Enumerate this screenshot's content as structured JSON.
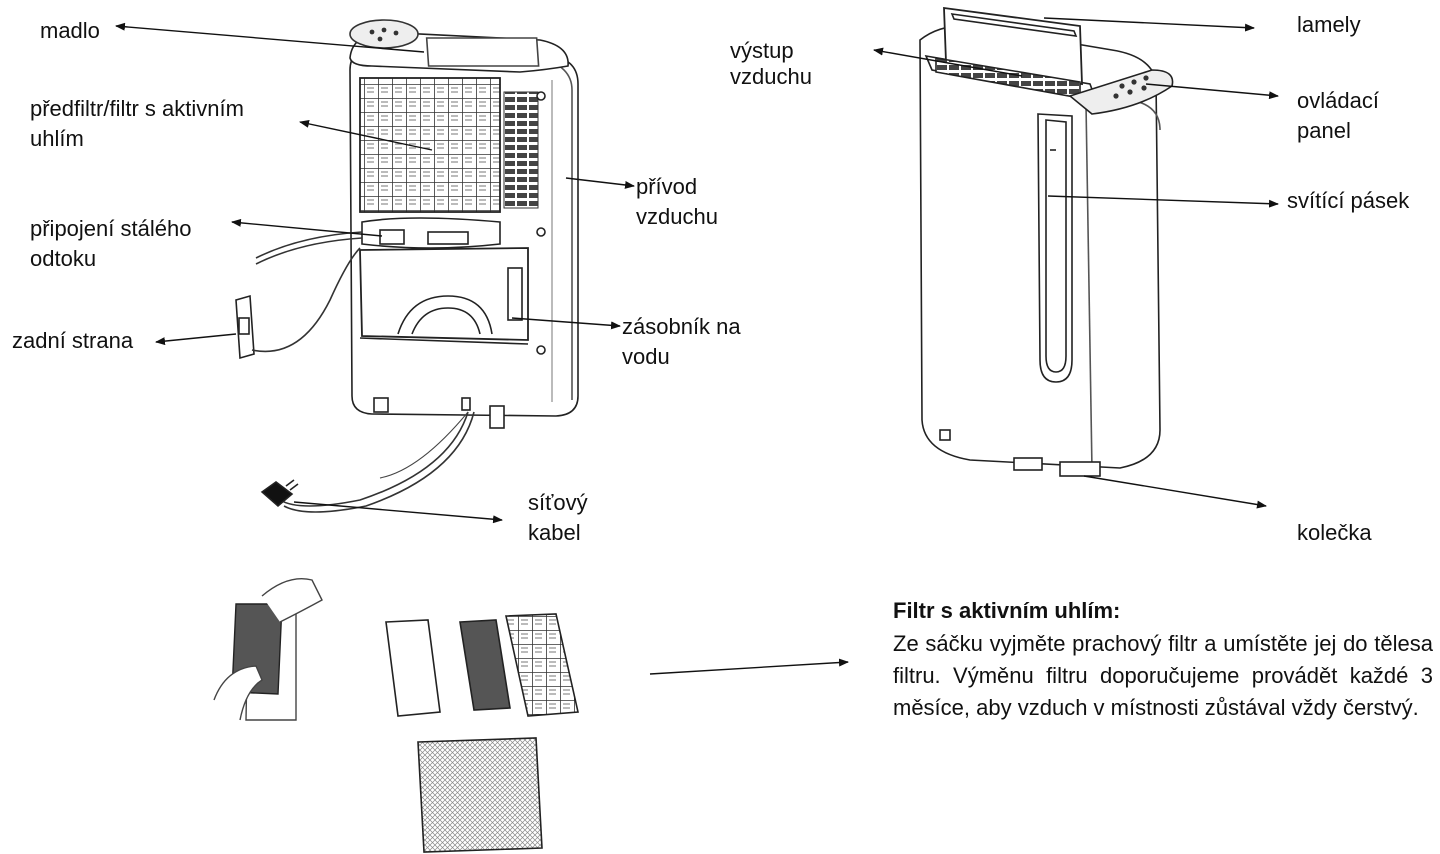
{
  "labels": {
    "madlo": "madlo",
    "predfiltr_line1": "předfiltr/filtr s aktivním",
    "predfiltr_line2": "uhlím",
    "pripojeni_line1": "připojení stálého",
    "pripojeni_line2": "odtoku",
    "zadni_strana": "zadní strana",
    "privod_line1": "přívod",
    "privod_line2": "vzduchu",
    "zasobnik_line1": "zásobník na",
    "zasobnik_line2": "vodu",
    "sitovy_line1": "síťový",
    "sitovy_line2": "kabel",
    "vystup_line1": "výstup",
    "vystup_line2": "vzduchu",
    "lamely": "lamely",
    "ovladaci_line1": "ovládací",
    "ovladaci_line2": "panel",
    "svitici_pasek": "svítící pásek",
    "kolecka": "kolečka"
  },
  "filter_info": {
    "heading": "Filtr s aktivním uhlím:",
    "text": "Ze sáčku vyjměte prachový filtr a umístěte jej do tělesa filtru. Výměnu filtru doporučujeme provádět každé 3 měsíce, aby vzduch v místnosti zůstával vždy čerstvý."
  }
}
